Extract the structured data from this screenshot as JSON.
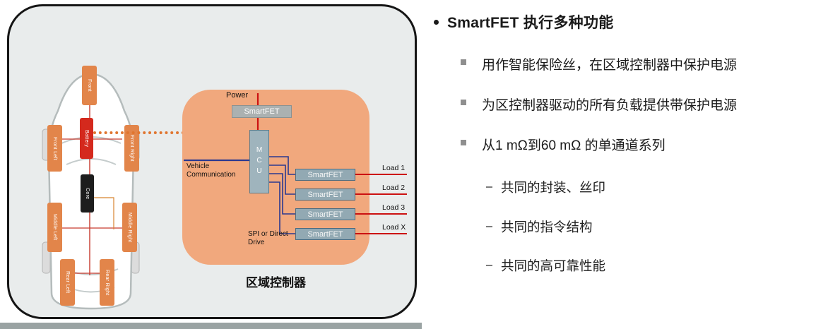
{
  "left_panel": {
    "car_zones": [
      {
        "id": "front",
        "label": "Front"
      },
      {
        "id": "front-left",
        "label": "Front Left"
      },
      {
        "id": "front-right",
        "label": "Front Right"
      },
      {
        "id": "battery",
        "label": "Battery"
      },
      {
        "id": "core",
        "label": "Core"
      },
      {
        "id": "middle-left",
        "label": "Middle Left"
      },
      {
        "id": "middle-right",
        "label": "Middle Right"
      },
      {
        "id": "rear-left",
        "label": "Rear Left"
      },
      {
        "id": "rear-right",
        "label": "Rear Right"
      }
    ],
    "zone_controller": {
      "power_label": "Power",
      "input_smartfet_label": "SmartFET",
      "mcu_label": "MCU",
      "vehicle_comm_label": "Vehicle Communication",
      "spi_label": "SPI or Direct Drive",
      "channels": [
        {
          "fet": "SmartFET",
          "load": "Load 1"
        },
        {
          "fet": "SmartFET",
          "load": "Load 2"
        },
        {
          "fet": "SmartFET",
          "load": "Load 3"
        },
        {
          "fet": "SmartFET",
          "load": "Load X"
        }
      ],
      "caption": "区域控制器"
    }
  },
  "right_panel": {
    "title": "SmartFET 执行多种功能",
    "bullets": [
      "用作智能保险丝，在区域控制器中保护电源",
      "为区控制器驱动的所有负载提供带保护电源",
      "从1 mΩ到60 mΩ 的单通道系列"
    ],
    "sub_bullets": [
      "共同的封装、丝印",
      "共同的指令结构",
      "共同的高可靠性能"
    ]
  },
  "colors": {
    "panel_bg": "#e9ecec",
    "zone_controller_bg": "#f1a87d",
    "power_red": "#cc1111",
    "comm_blue": "#2b3990",
    "zone_orange": "#e2854a",
    "battery_red": "#d4291d"
  }
}
